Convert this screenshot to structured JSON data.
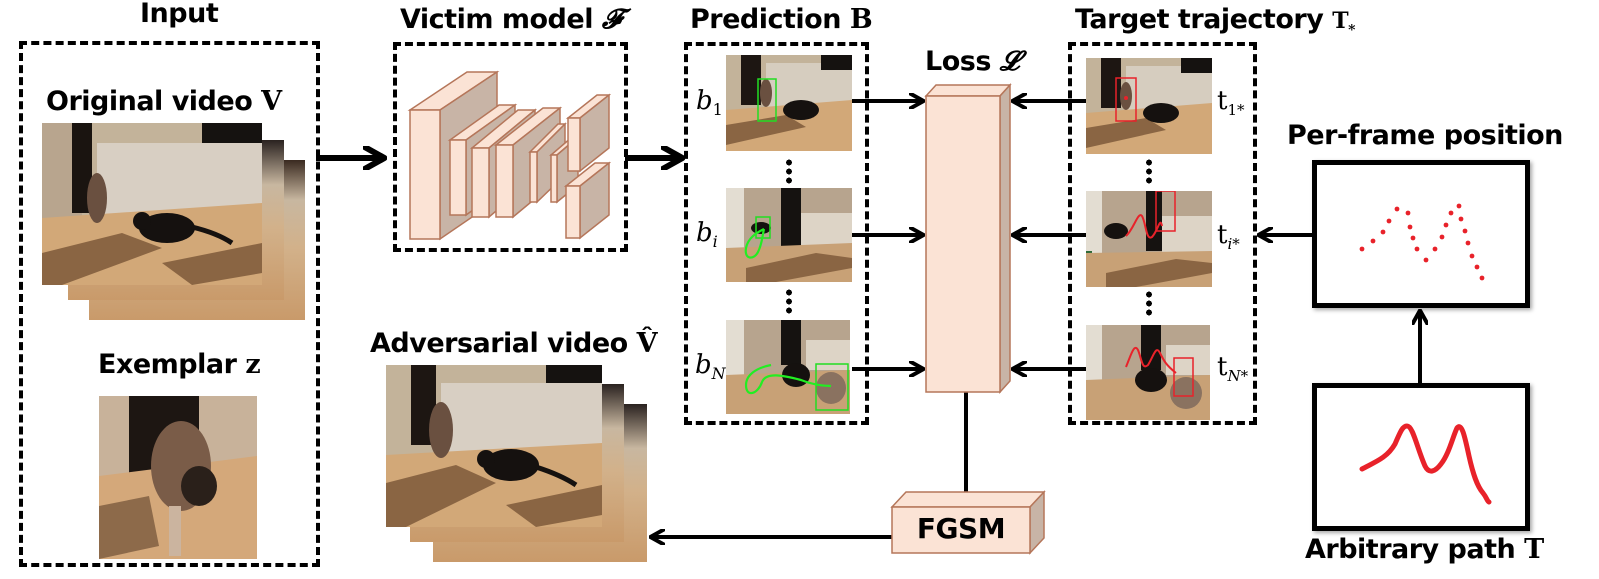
{
  "title_labels": {
    "input": "Input",
    "original_video": "Original video ",
    "original_video_sym": "V",
    "exemplar": "Exemplar ",
    "exemplar_sym": "z",
    "victim_model": "Victim model ",
    "victim_model_sym": "𝓕",
    "prediction": "Prediction ",
    "prediction_sym": "B",
    "loss": "Loss ",
    "loss_sym": "𝓛",
    "target_trajectory": "Target trajectory ",
    "target_trajectory_sym": "T",
    "target_trajectory_sub": "*",
    "per_frame_position": "Per-frame position",
    "arbitrary_path": "Arbitrary path ",
    "arbitrary_path_sym": "T",
    "adversarial_video": "Adversarial video ",
    "adversarial_video_sym": "V̂",
    "fgsm": "FGSM"
  },
  "prediction_frames": [
    {
      "label": "b",
      "sub": "1"
    },
    {
      "label": "b",
      "sub": "i"
    },
    {
      "label": "b",
      "sub": "N"
    }
  ],
  "target_frames": [
    {
      "label": "t",
      "sub": "1*"
    },
    {
      "label": "t",
      "sub": "i*"
    },
    {
      "label": "t",
      "sub": "N*"
    }
  ],
  "colors": {
    "block_fill": "#fbe3d5",
    "block_side": "#c8b4a6",
    "block_stroke": "#b5765a",
    "prediction_box": "#22dd22",
    "target_box": "#e8222a",
    "floor": "#c99a6a",
    "wall": "#c3b39a"
  }
}
